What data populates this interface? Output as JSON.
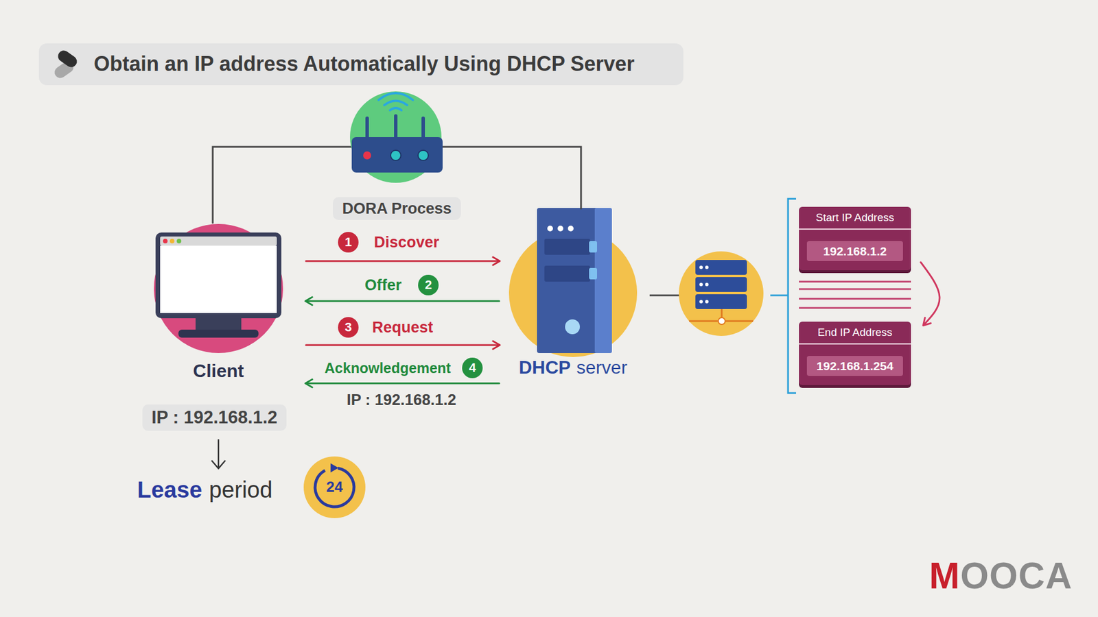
{
  "diagram": {
    "title": "Obtain an IP address Automatically Using DHCP Server",
    "nodes": [
      {
        "text": [
          "DORA Process"
        ]
      },
      {
        "text": [
          "Client"
        ]
      },
      {
        "text": [
          "DHCP",
          "server"
        ]
      },
      {
        "text": [
          "Start IP Address",
          "192.168.1.2"
        ]
      },
      {
        "text": [
          "End IP Address",
          "192.168.1.254"
        ]
      },
      {
        "text": [
          "IP : 192.168.1.2"
        ]
      }
    ],
    "edges": [
      {
        "from": 1,
        "to": 2,
        "arrow": "to",
        "label": "Discover"
      },
      {
        "from": 2,
        "to": 1,
        "arrow": "to",
        "label": "Offer"
      },
      {
        "from": 1,
        "to": 2,
        "arrow": "to",
        "label": "Request"
      },
      {
        "from": 2,
        "to": 1,
        "arrow": "to",
        "label": "Acknowledgement"
      },
      {
        "from": 3,
        "to": 4,
        "arrow": "to"
      },
      {
        "from": 1,
        "to": 2,
        "arrow": "none"
      }
    ],
    "labels": [
      "1",
      "2",
      "3",
      "4",
      "IP : 192.168.1.2",
      "Lease",
      "period",
      "24",
      "MOOCA"
    ]
  }
}
